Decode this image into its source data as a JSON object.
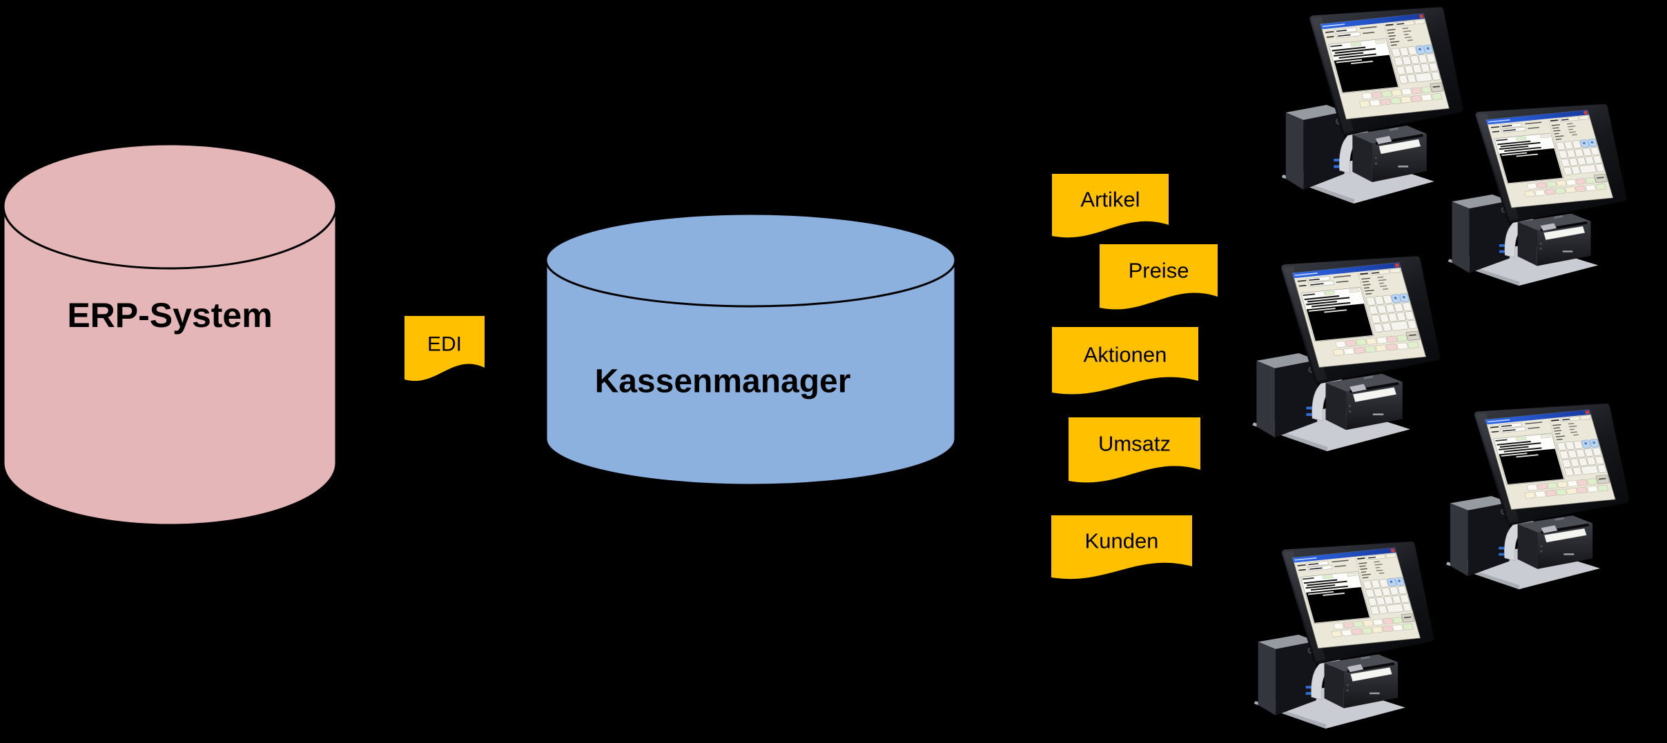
{
  "diagram": {
    "background": "#000000",
    "text_color": "#000000",
    "erp_system": {
      "label": "ERP-System",
      "shape": "database-cylinder",
      "fill": "#E5B6B7"
    },
    "edi_flag": {
      "label": "EDI",
      "shape": "wave-flag",
      "fill": "#FFC000"
    },
    "kassenmanager": {
      "label": "Kassenmanager",
      "shape": "database-cylinder",
      "fill": "#8DB1DE"
    },
    "data_flags": [
      {
        "label": "Artikel",
        "fill": "#FFC000"
      },
      {
        "label": "Preise",
        "fill": "#FFC000"
      },
      {
        "label": "Aktionen",
        "fill": "#FFC000"
      },
      {
        "label": "Umsatz",
        "fill": "#FFC000"
      },
      {
        "label": "Kunden",
        "fill": "#FFC000"
      }
    ],
    "pos_terminals": {
      "count": 5,
      "icon": "pos-terminal-photo"
    }
  }
}
